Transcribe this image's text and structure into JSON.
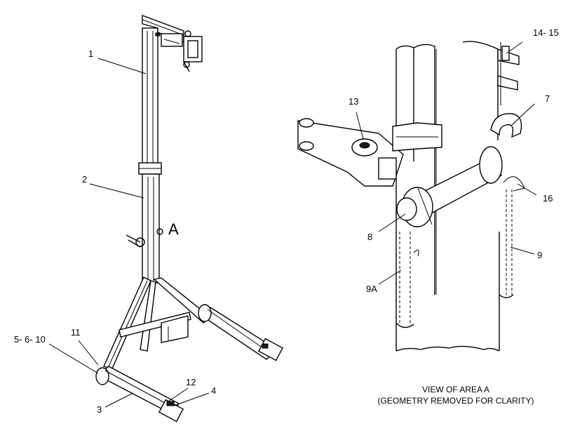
{
  "labels": {
    "l1": "1",
    "l2": "2",
    "l3": "3",
    "l4": "4",
    "l5610": "5- 6- 10",
    "l11": "11",
    "l12": "12",
    "lA": "A",
    "l13": "13",
    "l1415": "14- 15",
    "l7": "7",
    "l16": "16",
    "l8": "8",
    "l9": "9",
    "l9A": "9A"
  },
  "caption": {
    "line1": "VIEW OF AREA A",
    "line2": "(GEOMETRY REMOVED FOR CLARITY)"
  }
}
